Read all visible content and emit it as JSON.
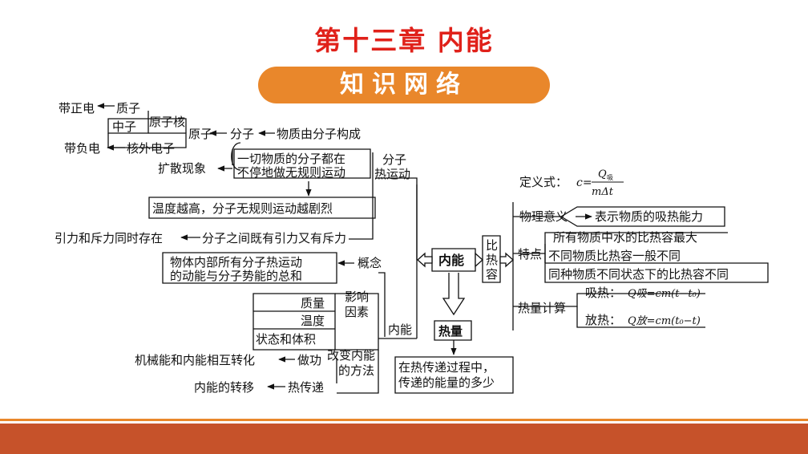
{
  "slide": {
    "title": "第十三章    内能",
    "banner": "知识网络",
    "colors": {
      "title": "#e0211a",
      "banner": "#e9872b",
      "footer": "#c6522a"
    }
  },
  "map": {
    "center": "内能",
    "left": {
      "zhengdian": "带正电",
      "zhizi": "质子",
      "zhongzi": "中子",
      "yuanzihe": "原子核",
      "fudian": "带负电",
      "hewai": "核外电子",
      "yuanzi": "原子",
      "fenzi": "分子",
      "goucheng": "物质由分子构成",
      "yundong1": "一切物质的分子都在",
      "yundong2": "不停地做无规则运动",
      "fenzi_re1": "分子",
      "fenzi_re2": "热运动",
      "kuosan": "扩散现象",
      "wendu": "温度越高，分子无规则运动越剧烈",
      "yinli": "引力和斥力同时存在",
      "jianli": "分子之间既有引力又有斥力",
      "gainian1": "物体内部所有分子热运动",
      "gainian2": "的动能与分子势能的总和",
      "gainian": "概念",
      "zhiliang": "质量",
      "wendu2": "温度",
      "zhuangtai": "状态和体积",
      "yingxiang1": "影响",
      "yingxiang2": "因素",
      "neineng_v": "内能",
      "jixie": "机械能和内能相互转化",
      "zuogong": "做功",
      "gaibian1": "改变内能",
      "gaibian2": "的方法",
      "zhuanyi": "内能的转移",
      "rechuandi": "热传递"
    },
    "bottom": {
      "reliang": "热量",
      "def1": "在热传递过程中，",
      "def2": "传递的能量的多少"
    },
    "right": {
      "birongl": [
        "比",
        "热",
        "容"
      ],
      "dingyi": "定义式：",
      "c_eq": "c=",
      "Q": "Q",
      "Q_sub": "吸",
      "denom": "mΔt",
      "wuli": "物理意义",
      "biaoshi": "表示物质的吸热能力",
      "tedian": "特点",
      "td1": "所有物质中水的比热容最大",
      "td2": "不同物质比热容一般不同",
      "td3": "同种物质不同状态下的比热容不同",
      "jisuan": "热量计算",
      "xire_label": "吸热：",
      "xire_formula": "Q吸=cm(t−t₀)",
      "fangre_label": "放热：",
      "fangre_formula": "Q放=cm(t₀−t)"
    }
  }
}
